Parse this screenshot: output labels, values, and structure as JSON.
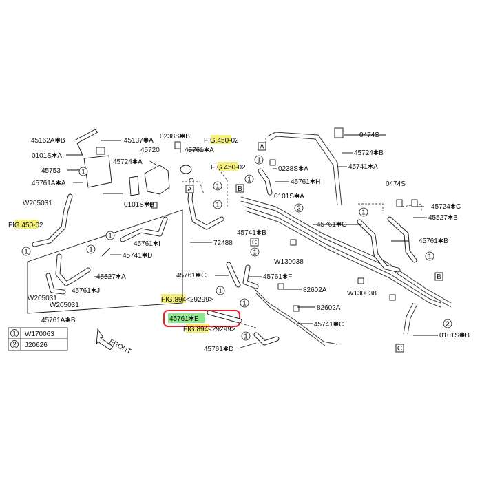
{
  "callouts": {
    "c45162AB": "45162A✱B",
    "c45137A": "45137✱A",
    "c0238SB": "0238S✱B",
    "fig450a": "FIG.450-02",
    "c0101SA": "0101S✱A",
    "c45720": "45720",
    "c45761A_top": "45761✱A",
    "c45724A": "45724✱A",
    "fig450b": "FIG.450-02",
    "c45753": "45753",
    "c45761AA": "45761A✱A",
    "c0101SB": "0101S✱B",
    "cW205031_a": "W205031",
    "fig450c": "FIG.450-02",
    "c45761I": "45761✱I",
    "c45741D": "45741✱D",
    "c45527A": "45527✱A",
    "c72488": "72488",
    "cW205031_b": "W205031",
    "cW205031_c": "W205031",
    "c45761J": "45761✱J",
    "c45761AB": "45761A✱B",
    "c0474S_a": "0474S",
    "c45724B": "45724✱B",
    "c45741A": "45741✱A",
    "c0238SA": "0238S✱A",
    "c45761H": "45761✱H",
    "c0101SA2": "0101S✱A",
    "c0474S_b": "0474S",
    "c45724C": "45724✱C",
    "c45527B": "45527✱B",
    "c45761G": "45761✱G",
    "c45741B": "45741✱B",
    "c45761B": "45761✱B",
    "cW130038_a": "W130038",
    "c45761C": "45761✱C",
    "c45761F": "45761✱F",
    "c82602A_a": "82602A",
    "cW130038_b": "W130038",
    "fig894a": "FIG.894<29299>",
    "c82602A_b": "82602A",
    "c45761E": "45761✱E",
    "c45741C": "45741✱C",
    "fig894b": "FIG.894<29299>",
    "c0101SB2": "0101S✱B",
    "c45761D": "45761✱D",
    "front": "FRONT"
  },
  "markers": {
    "one": "1",
    "two": "2",
    "A": "A",
    "B": "B",
    "C": "C"
  },
  "legend": {
    "row1_num": "1",
    "row1_part": "W170063",
    "row2_num": "2",
    "row2_part": "J20626"
  },
  "colors": {
    "fig_highlight": "#f4f07a",
    "selected_part_highlight": "#8ee68e",
    "selection_box": "#e8202a"
  }
}
